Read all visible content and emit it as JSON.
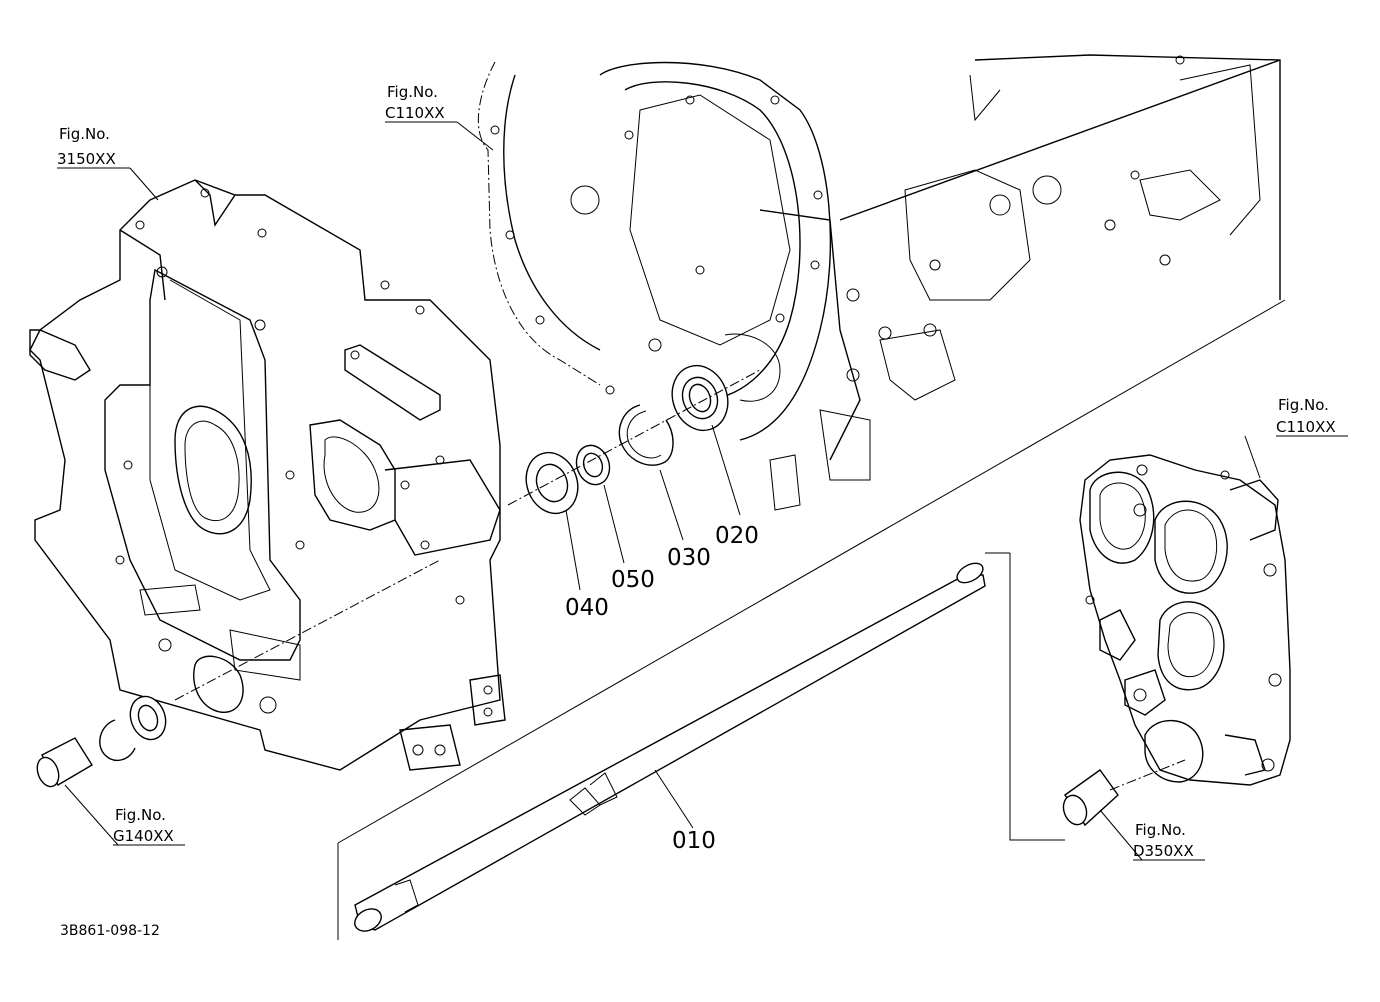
{
  "figure_refs": [
    {
      "id": "ref-3150",
      "label": "Fig.No.",
      "code": "3150XX"
    },
    {
      "id": "ref-c110-top",
      "label": "Fig.No.",
      "code": "C110XX"
    },
    {
      "id": "ref-c110-right",
      "label": "Fig.No.",
      "code": "C110XX"
    },
    {
      "id": "ref-g140",
      "label": "Fig.No.",
      "code": "G140XX"
    },
    {
      "id": "ref-d350",
      "label": "Fig.No.",
      "code": "D350XX"
    }
  ],
  "part_callouts": {
    "p010": "010",
    "p020": "020",
    "p030": "030",
    "p040": "040",
    "p050": "050"
  },
  "drawing_code": "3B861-098-12"
}
